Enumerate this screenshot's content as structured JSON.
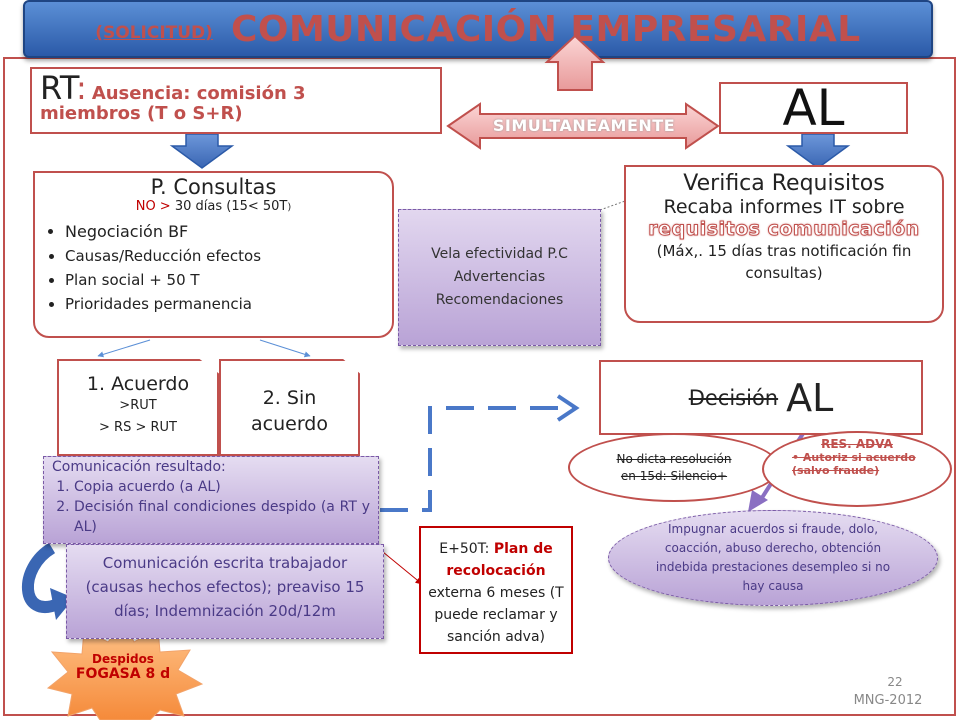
{
  "title": {
    "small": "(SOLICITUD)",
    "main": "COMUNICACIÓN EMPRESARIAL"
  },
  "rt": {
    "label": "RT",
    "colon": ":",
    "line1": "Ausencia: comisión 3",
    "line2": "miembros (T o S+R",
    "paren": ")"
  },
  "simultaneamente": "SIMULTANEAMENTE",
  "al_box": "AL",
  "consultas": {
    "title": "P. Consultas",
    "sub_red": "NO >",
    "sub_rest": " 30 días (15< 50T",
    "sub_paren": ")",
    "items": [
      "Negociación BF",
      "Causas/Reducción  efectos",
      "Plan social + 50 T",
      "Prioridades permanencia"
    ]
  },
  "verifica": {
    "title": "Verifica Requisitos",
    "line2": "Recaba informes IT sobre",
    "line3": "requisitos comunicación",
    "line4": "(Máx,. 15 días tras notificación fin consultas)"
  },
  "vela": {
    "lines": [
      "Vela efectividad P.C",
      "Advertencias",
      "Recomendaciones"
    ]
  },
  "acuerdo": {
    "title": "1. Acuerdo",
    "line2": ">RUT",
    "line3": "> RS > RUT"
  },
  "sin_acuerdo": {
    "line1": "2. Sin",
    "line2": "acuerdo"
  },
  "com_resultado": {
    "title": "Comunicación resultado:",
    "items": [
      "Copia acuerdo (a AL)",
      "Decisión final condiciones despido (a RT y AL)"
    ]
  },
  "com_escrita": "Comunicación escrita trabajador (causas hechos efectos);  preaviso 15 días; Indemnización 20d/12m",
  "decision": {
    "strike": "Decisión",
    "al": "AL"
  },
  "no_dicta": "No dicta resolución en 15d: Silencio+",
  "res_adva": {
    "title": "RES. ADVA",
    "text": "• Autoriz           si acuerdo       (salvo fraude)"
  },
  "impugnar": "Impugnar acuerdos si fraude, dolo, coacción, abuso derecho, obtención indebida prestaciones desempleo si no hay causa",
  "e50": {
    "lead": "E+50T: ",
    "red": "Plan de recolocación",
    "rest": " externa 6 meses (T puede reclamar y sanción adva)"
  },
  "despidos": {
    "line1": "Despidos",
    "line2": "FOGASA 8 d"
  },
  "page_number": "22",
  "footer": "MNG-2012",
  "colors": {
    "accent_red": "#c0504d",
    "title_blue": "#2b5aa8",
    "lavender": "#b9a3d6",
    "arrow_blue": "#4a78c8",
    "arrow_pink": "#f2b0b0"
  }
}
